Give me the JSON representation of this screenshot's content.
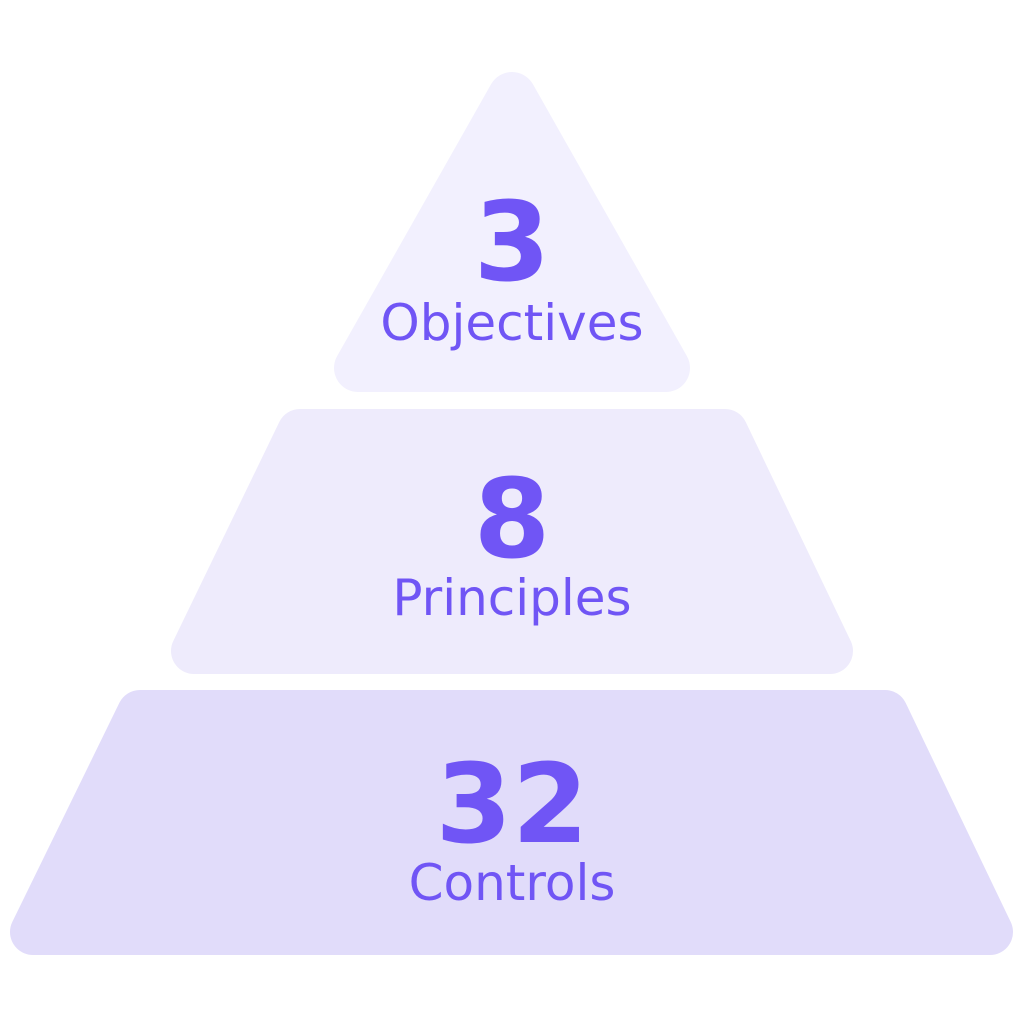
{
  "colors": {
    "text": "#7055F5",
    "tier_top": "#F2F0FE",
    "tier_middle": "#EEEBFC",
    "tier_bottom": "#E1DCFA"
  },
  "tiers": [
    {
      "value": "3",
      "label": "Objectives"
    },
    {
      "value": "8",
      "label": "Principles"
    },
    {
      "value": "32",
      "label": "Controls"
    }
  ]
}
